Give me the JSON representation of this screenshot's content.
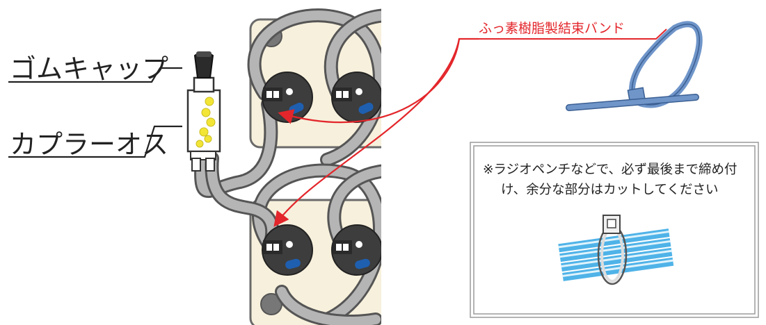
{
  "labels": {
    "rubber_cap": "ゴムキャップ",
    "coupler_male": "カプラーオス",
    "cable_tie": "ふっ素樹脂製結束バンド"
  },
  "note": {
    "line1": "※ラジオペンチなどで、必ず最後まで締め付",
    "line2": "け、余分な部分はカットしてください"
  },
  "colors": {
    "arrow_red": "#e3262b",
    "cable_tie_blue": "#6f95c9",
    "panel_cream": "#f7f0dc",
    "tube_gray": "#9a9a9a",
    "connector_dark": "#3d3d3d",
    "valve_blue": "#1e5fb0"
  }
}
